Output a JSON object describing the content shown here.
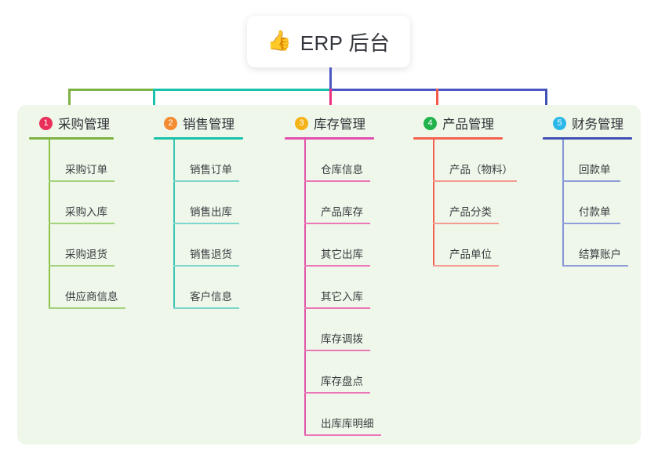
{
  "root": {
    "icon": "thumbs-up-icon",
    "icon_glyph": "👍",
    "title": "ERP 后台"
  },
  "palette": {
    "page_background": "#ffffff",
    "panel_background": "#eef7e9",
    "root_card_background": "#ffffff",
    "root_stem": "#4b57c4",
    "text": "#2f3238"
  },
  "columns": [
    {
      "number": "1",
      "title": "采购管理",
      "badge_color": "#e8305a",
      "rule_color": "#7cb342",
      "spine_color": "#8bc34a",
      "leaf_rule_color": "#a5d27e",
      "drop_color": "#7cb342",
      "items": [
        {
          "label": "采购订单"
        },
        {
          "label": "采购入库"
        },
        {
          "label": "采购退货"
        },
        {
          "label": "供应商信息"
        }
      ]
    },
    {
      "number": "2",
      "title": "销售管理",
      "badge_color": "#f58b31",
      "rule_color": "#19c2ab",
      "spine_color": "#3cc7b4",
      "leaf_rule_color": "#7ed7ca",
      "drop_color": "#19c2ab",
      "items": [
        {
          "label": "销售订单"
        },
        {
          "label": "销售出库"
        },
        {
          "label": "销售退货"
        },
        {
          "label": "客户信息"
        }
      ]
    },
    {
      "number": "3",
      "title": "库存管理",
      "badge_color": "#f5b318",
      "rule_color": "#e050b0",
      "spine_color": "#e255a8",
      "leaf_rule_color": "#ec77b8",
      "drop_color": "#ec2f7e",
      "items": [
        {
          "label": "仓库信息"
        },
        {
          "label": "产品库存"
        },
        {
          "label": "其它出库"
        },
        {
          "label": "其它入库"
        },
        {
          "label": "库存调拨"
        },
        {
          "label": "库存盘点"
        },
        {
          "label": "出库库明细"
        }
      ]
    },
    {
      "number": "4",
      "title": "产品管理",
      "badge_color": "#22b24c",
      "rule_color": "#f4624f",
      "spine_color": "#f4624f",
      "leaf_rule_color": "#f59b93",
      "drop_color": "#f4594a",
      "items": [
        {
          "label": "产品（物料）"
        },
        {
          "label": "产品分类"
        },
        {
          "label": "产品单位"
        }
      ]
    },
    {
      "number": "5",
      "title": "财务管理",
      "badge_color": "#2bb8e8",
      "rule_color": "#3f51b5",
      "spine_color": "#8595d6",
      "leaf_rule_color": "#8f9ed8",
      "drop_color": "#3f51b5",
      "items": [
        {
          "label": "回款单"
        },
        {
          "label": "付款单"
        },
        {
          "label": "结算账户"
        }
      ]
    }
  ],
  "connectors": {
    "segment_1_2_color": "#7cb342",
    "segment_2_3_color": "#19c2ab",
    "segment_3_5_color": "#4b57c4"
  }
}
